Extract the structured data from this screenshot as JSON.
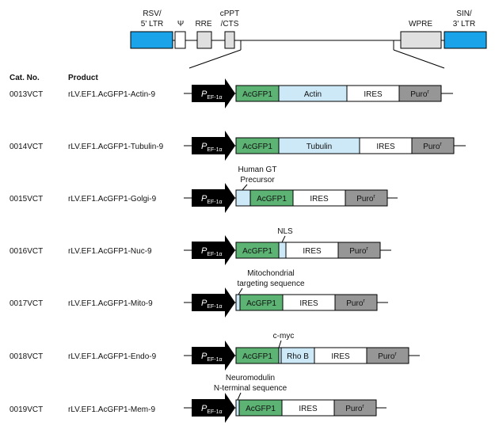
{
  "header": {
    "col_cat": "Cat. No.",
    "col_product": "Product"
  },
  "top": {
    "rsv": [
      "RSV/",
      "5' LTR"
    ],
    "psi": "Ψ",
    "rre": "RRE",
    "cppt": [
      "cPPT",
      "/CTS"
    ],
    "wpre": "WPRE",
    "sin": [
      "SIN/",
      "3' LTR"
    ]
  },
  "promoter": {
    "main": "P",
    "sub": "EF-1α"
  },
  "labels": {
    "acgfp1": "AcGFP1",
    "ires": "IRES",
    "puro": "Puro",
    "puro_sup": "r"
  },
  "colors": {
    "ltr_blue": "#1aa3e8",
    "gfp_green": "#5cb374",
    "fusion_lightblue": "#cde9f8",
    "puro_gray": "#969696",
    "element_gray": "#e0e0e0",
    "promoter_black": "#000000"
  },
  "rows": [
    {
      "cat": "0013VCT",
      "product": "rLV.EF1.AcGFP1-Actin-9",
      "fusion_label": "Actin",
      "annotation": []
    },
    {
      "cat": "0014VCT",
      "product": "rLV.EF1.AcGFP1-Tubulin-9",
      "fusion_label": "Tubulin",
      "annotation": []
    },
    {
      "cat": "0015VCT",
      "product": "rLV.EF1.AcGFP1-Golgi-9",
      "annotation": [
        "Human GT",
        "Precursor"
      ]
    },
    {
      "cat": "0016VCT",
      "product": "rLV.EF1.AcGFP1-Nuc-9",
      "annotation": [
        "NLS"
      ]
    },
    {
      "cat": "0017VCT",
      "product": "rLV.EF1.AcGFP1-Mito-9",
      "annotation": [
        "Mitochondrial",
        "targeting sequence"
      ]
    },
    {
      "cat": "0018VCT",
      "product": "rLV.EF1.AcGFP1-Endo-9",
      "fusion_label": "Rho B",
      "annotation": [
        "c-myc"
      ]
    },
    {
      "cat": "0019VCT",
      "product": "rLV.EF1.AcGFP1-Mem-9",
      "annotation": [
        "Neuromodulin",
        "N-terminal sequence"
      ]
    }
  ]
}
